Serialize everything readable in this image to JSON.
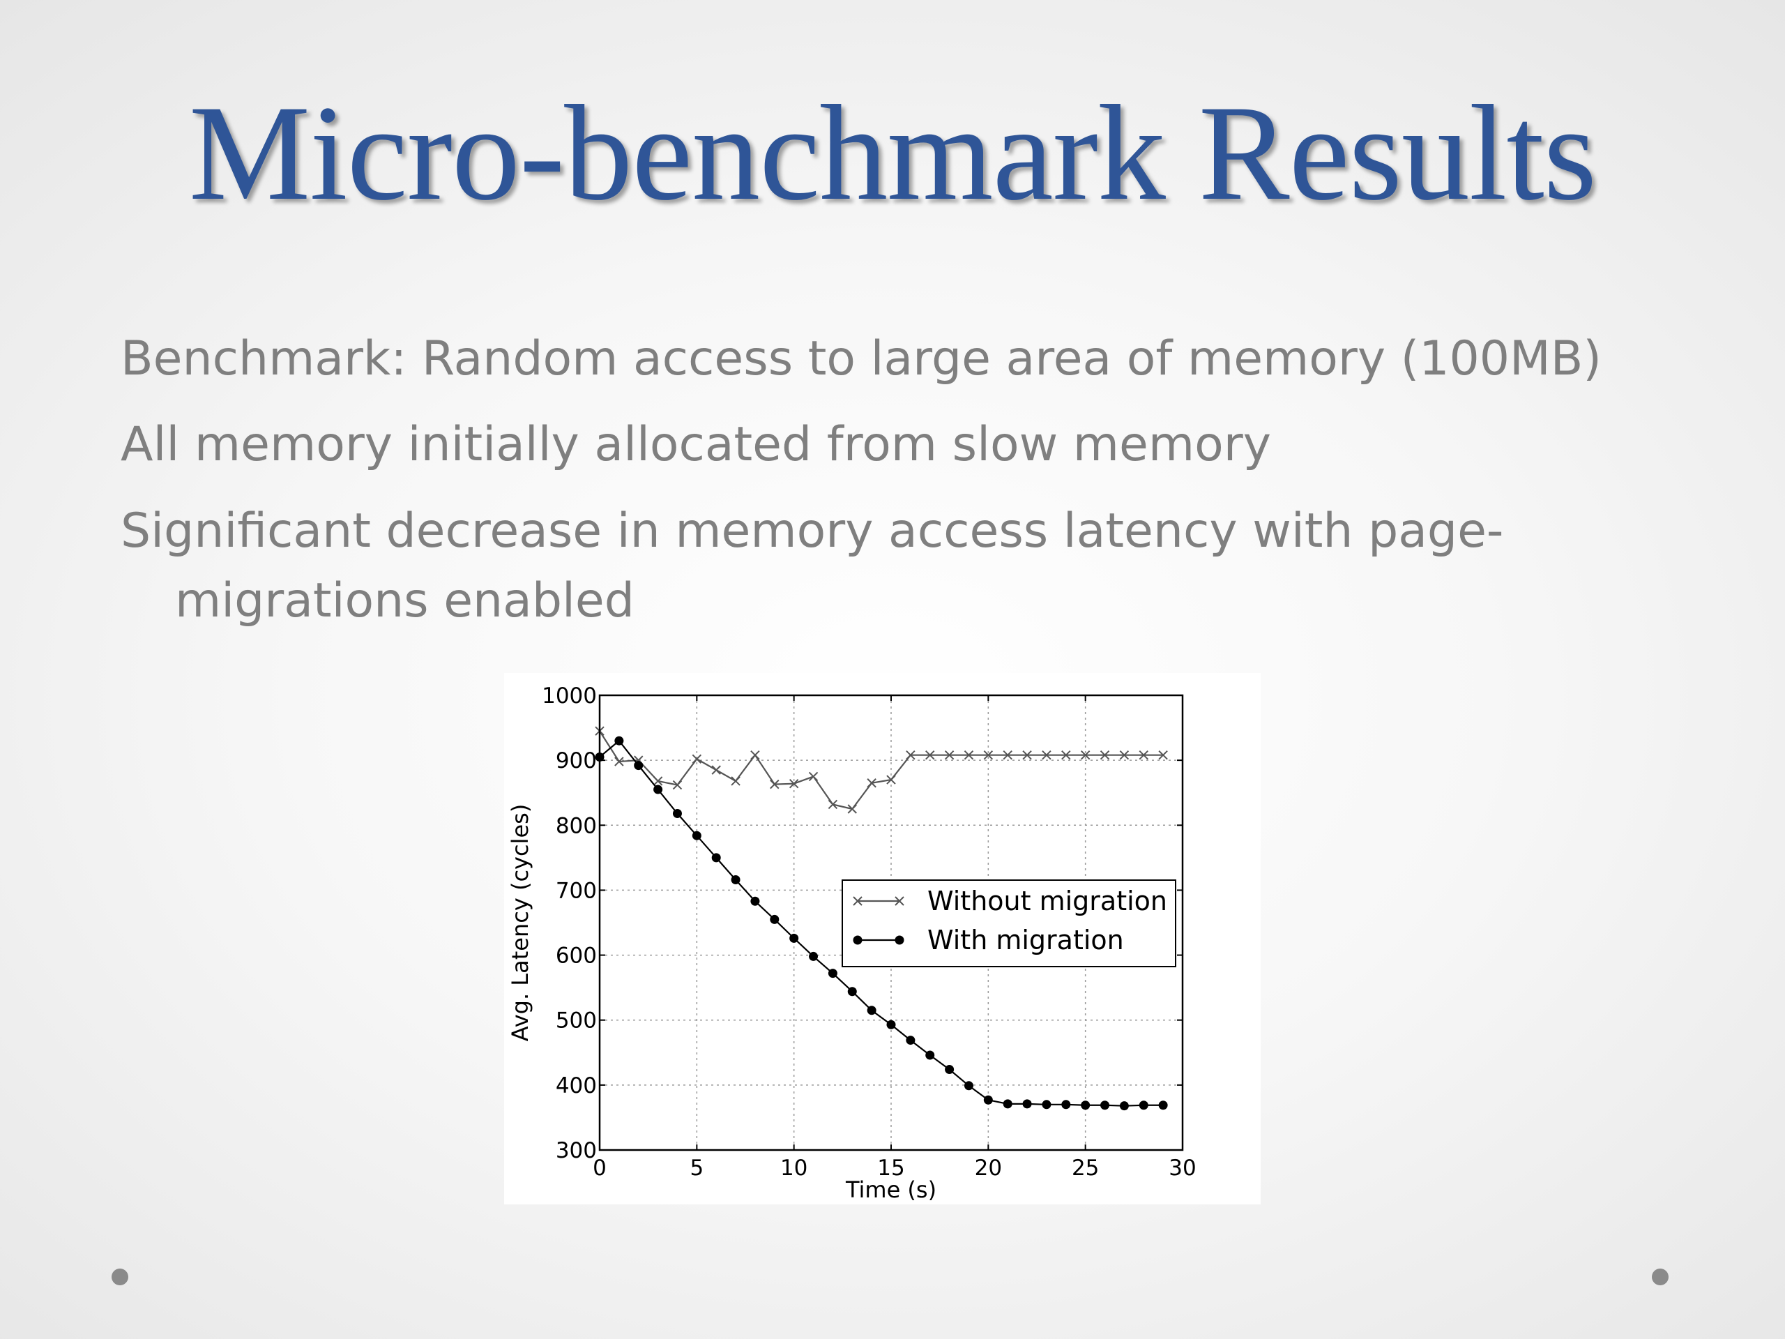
{
  "slide": {
    "title": "Micro-benchmark Results",
    "bullets": [
      "Benchmark: Random access to large area of memory (100MB)",
      "All memory initially allocated from slow memory",
      "Significant decrease in memory access latency with page-migrations enabled"
    ],
    "colors": {
      "title": "#2f5597",
      "body_text": "#7f7f7f"
    }
  },
  "chart_data": {
    "type": "line",
    "title": "",
    "xlabel": "Time (s)",
    "ylabel": "Avg. Latency (cycles)",
    "xlim": [
      0,
      30
    ],
    "ylim": [
      300,
      1000
    ],
    "xticks": [
      0,
      5,
      10,
      15,
      20,
      25,
      30
    ],
    "yticks": [
      300,
      400,
      500,
      600,
      700,
      800,
      900,
      1000
    ],
    "grid": true,
    "legend": "center-right",
    "x": [
      0,
      1,
      2,
      3,
      4,
      5,
      6,
      7,
      8,
      9,
      10,
      11,
      12,
      13,
      14,
      15,
      16,
      17,
      18,
      19,
      20,
      21,
      22,
      23,
      24,
      25,
      26,
      27,
      28,
      29
    ],
    "series": [
      {
        "name": "Without migration",
        "marker": "x",
        "color": "#555555",
        "values": [
          945,
          898,
          900,
          868,
          862,
          902,
          885,
          868,
          908,
          863,
          864,
          875,
          832,
          825,
          865,
          870,
          908,
          908,
          908,
          908,
          908,
          908,
          908,
          908,
          908,
          908,
          908,
          908,
          908,
          908
        ]
      },
      {
        "name": "With migration",
        "marker": "o",
        "color": "#000000",
        "values": [
          905,
          930,
          892,
          855,
          818,
          784,
          750,
          716,
          683,
          655,
          626,
          598,
          572,
          544,
          515,
          493,
          469,
          446,
          424,
          399,
          377,
          371,
          371,
          370,
          370,
          369,
          369,
          368,
          369,
          369
        ]
      }
    ]
  }
}
